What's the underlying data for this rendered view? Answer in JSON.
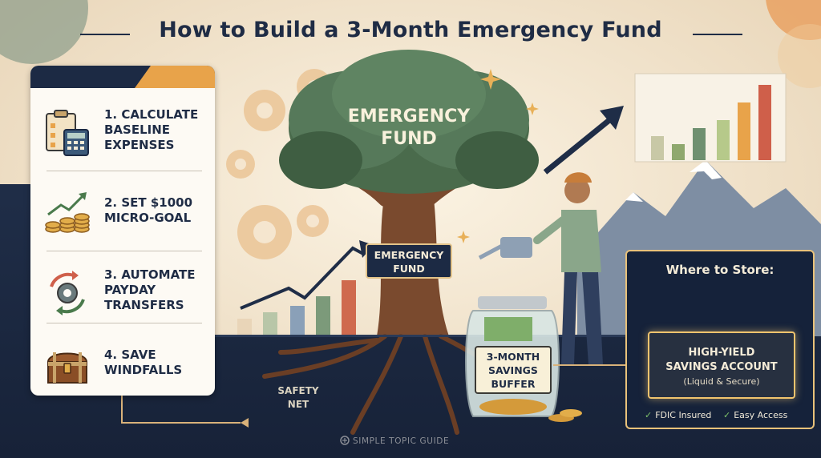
{
  "title": "How to Build a 3-Month Emergency Fund",
  "steps": [
    {
      "label": "1. CALCULATE\nBASELINE\nEXPENSES",
      "icon": "clipboard-calculator-icon"
    },
    {
      "label": "2. SET $1000\nMICRO-GOAL",
      "icon": "coins-growth-icon"
    },
    {
      "label": "3. AUTOMATE\nPAYDAY\nTRANSFERS",
      "icon": "gear-cycle-icon"
    },
    {
      "label": "4. SAVE\nWINDFALLS",
      "icon": "treasure-chest-icon"
    }
  ],
  "tree": {
    "canopy_label": "EMERGENCY\nFUND",
    "trunk_sign": "EMERGENCY\nFUND",
    "roots_label": "SAFETY\nNET"
  },
  "jar": {
    "label": "3-MONTH\nSAVINGS\nBUFFER"
  },
  "store": {
    "title": "Where to Store:",
    "account": "HIGH-YIELD\nSAVINGS ACCOUNT",
    "account_note": "(Liquid & Secure)",
    "features": [
      "FDIC Insured",
      "Easy Access"
    ]
  },
  "footer": "SIMPLE TOPIC GUIDE",
  "colors": {
    "navy": "#1c2a44",
    "cream": "#f4e8d6",
    "gold": "#e9c27a",
    "accent_orange": "#e8a34a",
    "tree_green": "#4a6b4c",
    "trunk_brown": "#7a4a2e",
    "check_green": "#7fc46a"
  }
}
